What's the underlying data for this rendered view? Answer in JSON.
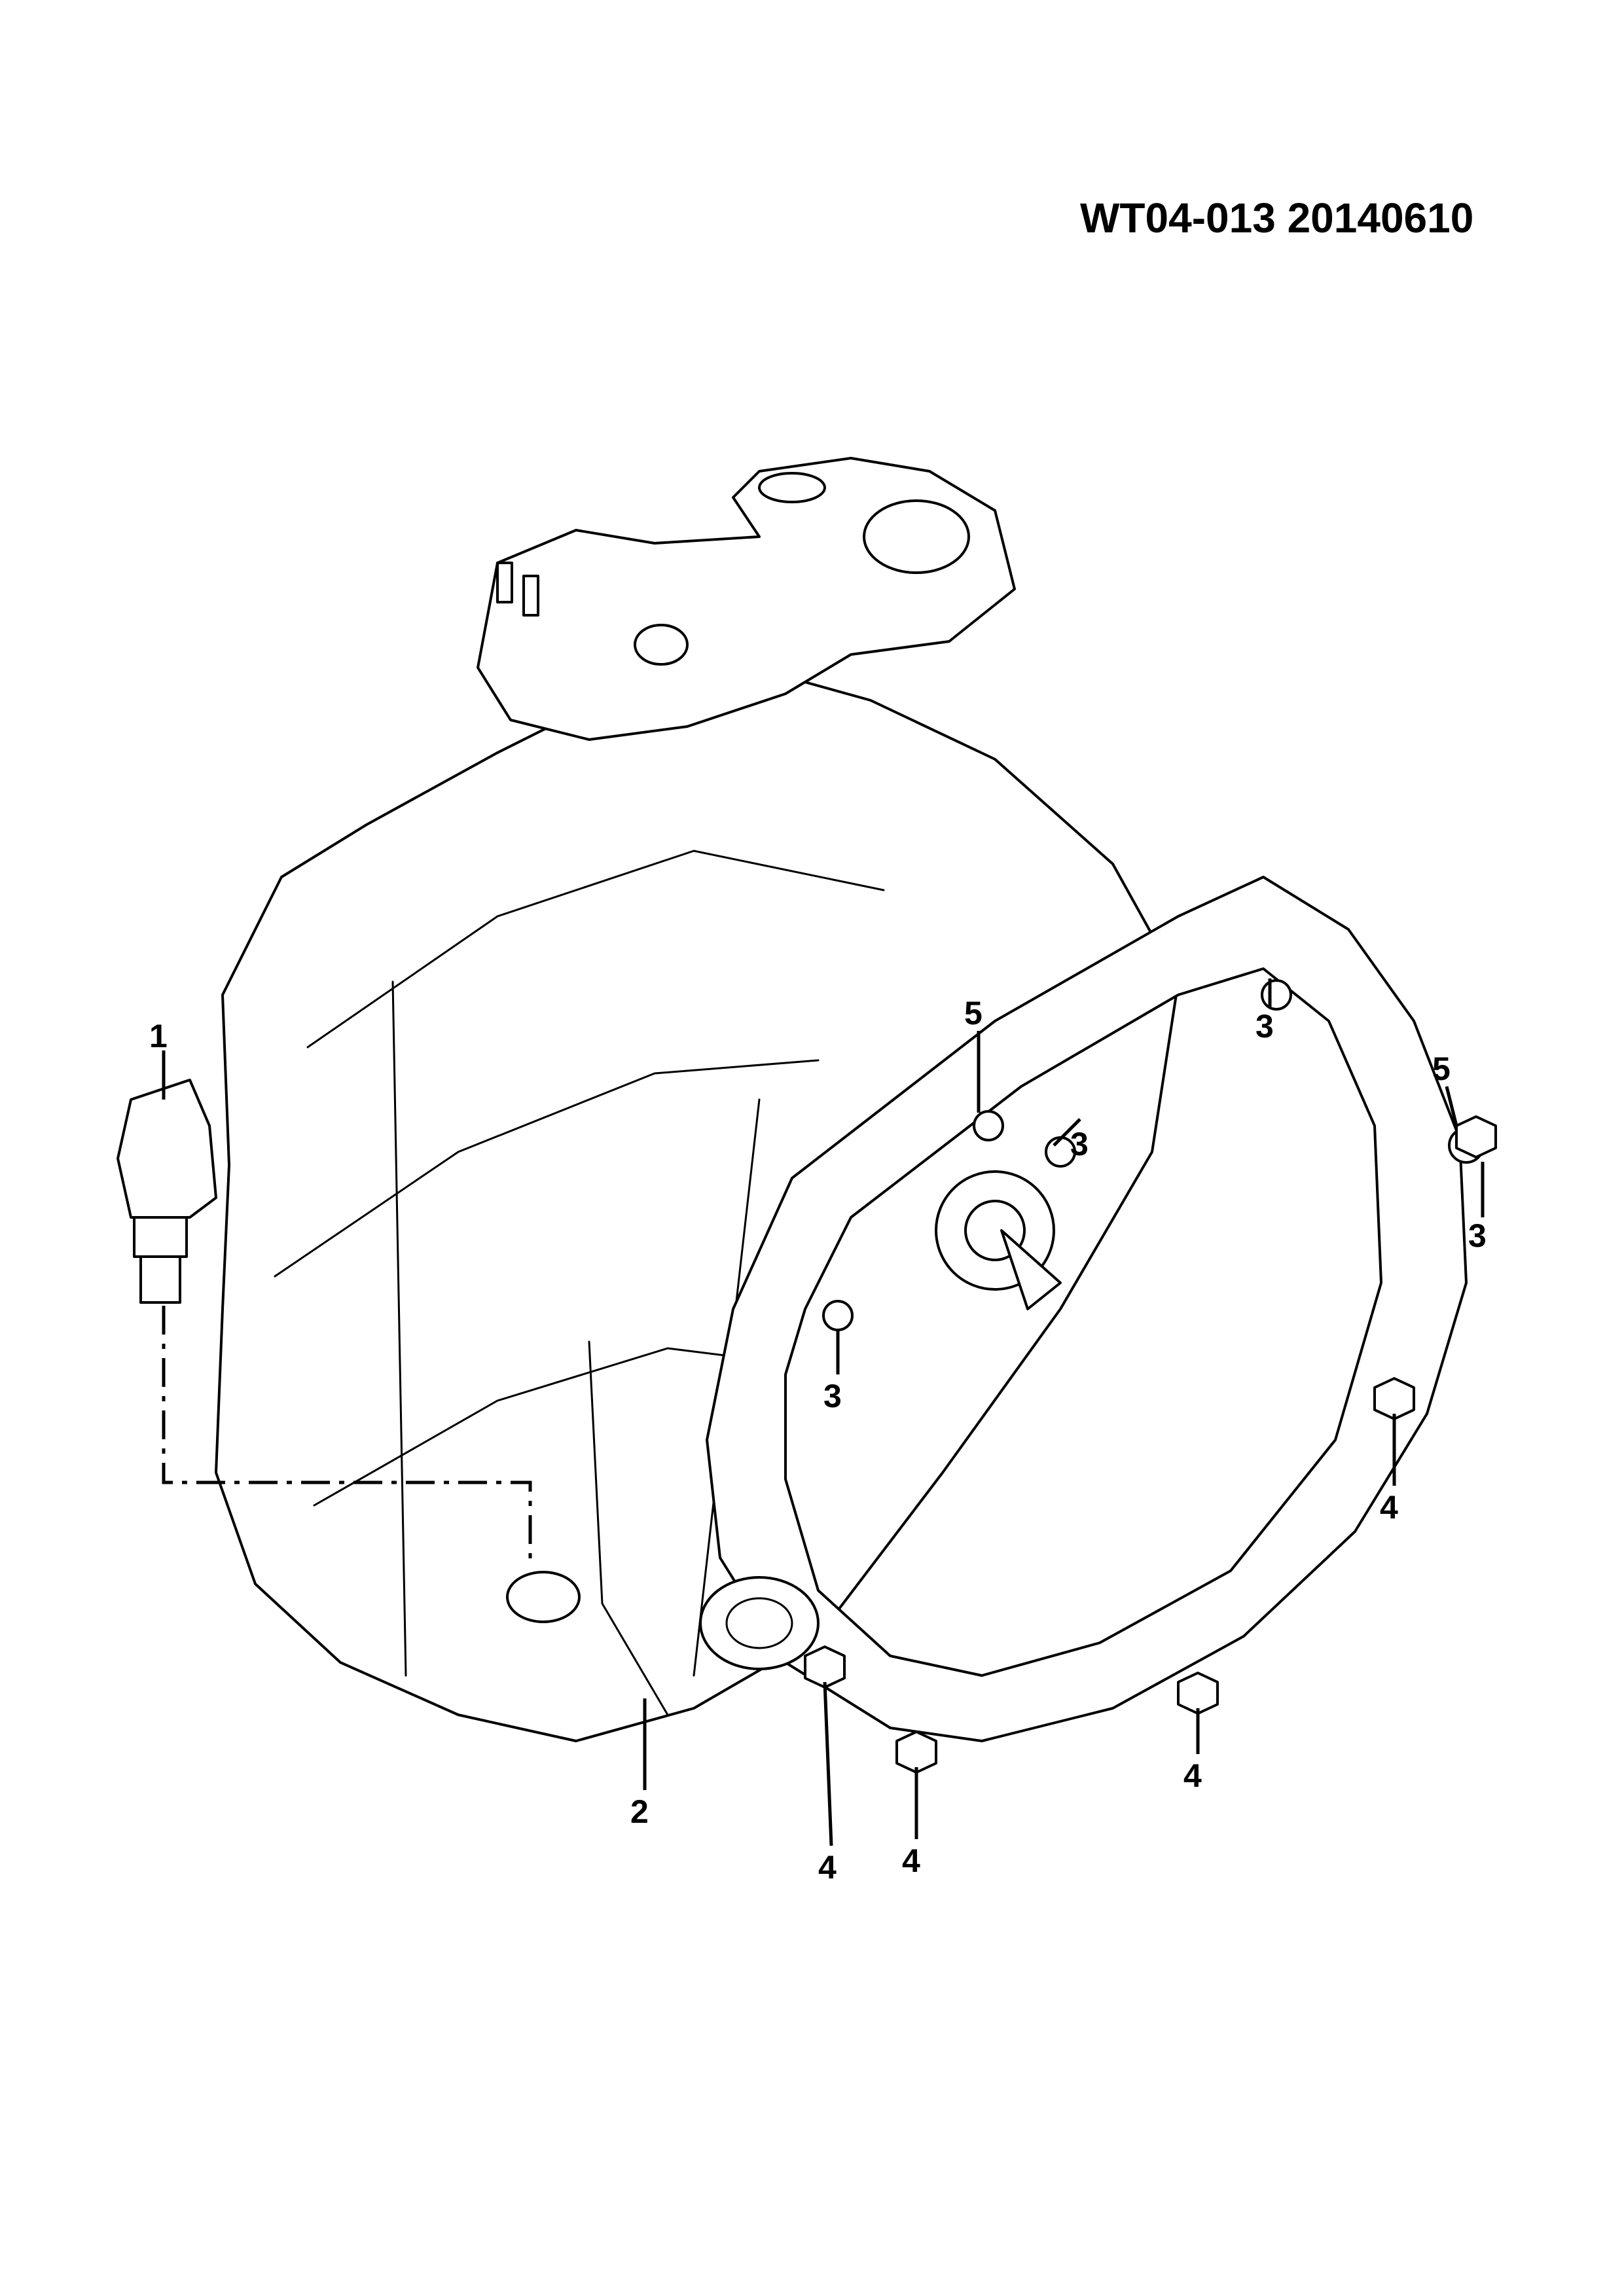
{
  "header": {
    "drawing_code": "WT04-013 20140610"
  },
  "callouts": {
    "c1": "1",
    "c2": "2",
    "c3a": "3",
    "c3b": "3",
    "c3c": "3",
    "c3d": "3",
    "c4a": "4",
    "c4b": "4",
    "c4c": "4",
    "c4d": "4",
    "c5a": "5",
    "c5b": "5"
  }
}
